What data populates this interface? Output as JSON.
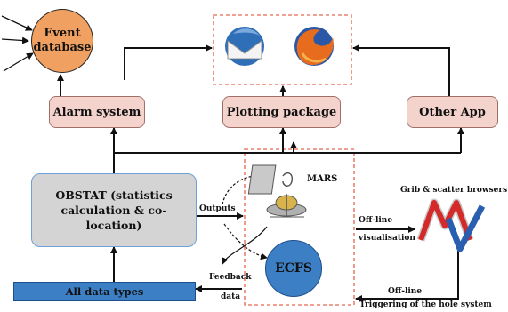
{
  "event_database": {
    "label_line1": "Event",
    "label_line2": "database"
  },
  "alarm_system": {
    "label": "Alarm system"
  },
  "plotting_package": {
    "label": "Plotting package"
  },
  "other_app": {
    "label": "Other App"
  },
  "obstat": {
    "label_line1": "OBSTAT (statistics",
    "label_line2": "calculation & co-",
    "label_line3": "location)"
  },
  "all_data_types": {
    "label": "All data types"
  },
  "mars": {
    "label": "MARS"
  },
  "ecfs": {
    "label": "ECFS"
  },
  "outputs": {
    "label": "Outputs"
  },
  "feedback": {
    "label_line1": "Feedback",
    "label_line2": "data"
  },
  "grib_scatter": {
    "label": "Grib & scatter browsers"
  },
  "offline_vis": {
    "label_line1": "Off-line",
    "label_line2": "visualisation"
  },
  "offline_trigger": {
    "label_line1": "Off-line",
    "label_line2": "Triggering of the hole system"
  },
  "colors": {
    "pink_box": "#f5d3cd",
    "obstat_box": "#d4d4d4",
    "data_bar": "#3d7fc4",
    "ecfs_fill": "#3d7fc4",
    "event_fill": "#f0a060",
    "dashed_border": "#e8826c"
  }
}
